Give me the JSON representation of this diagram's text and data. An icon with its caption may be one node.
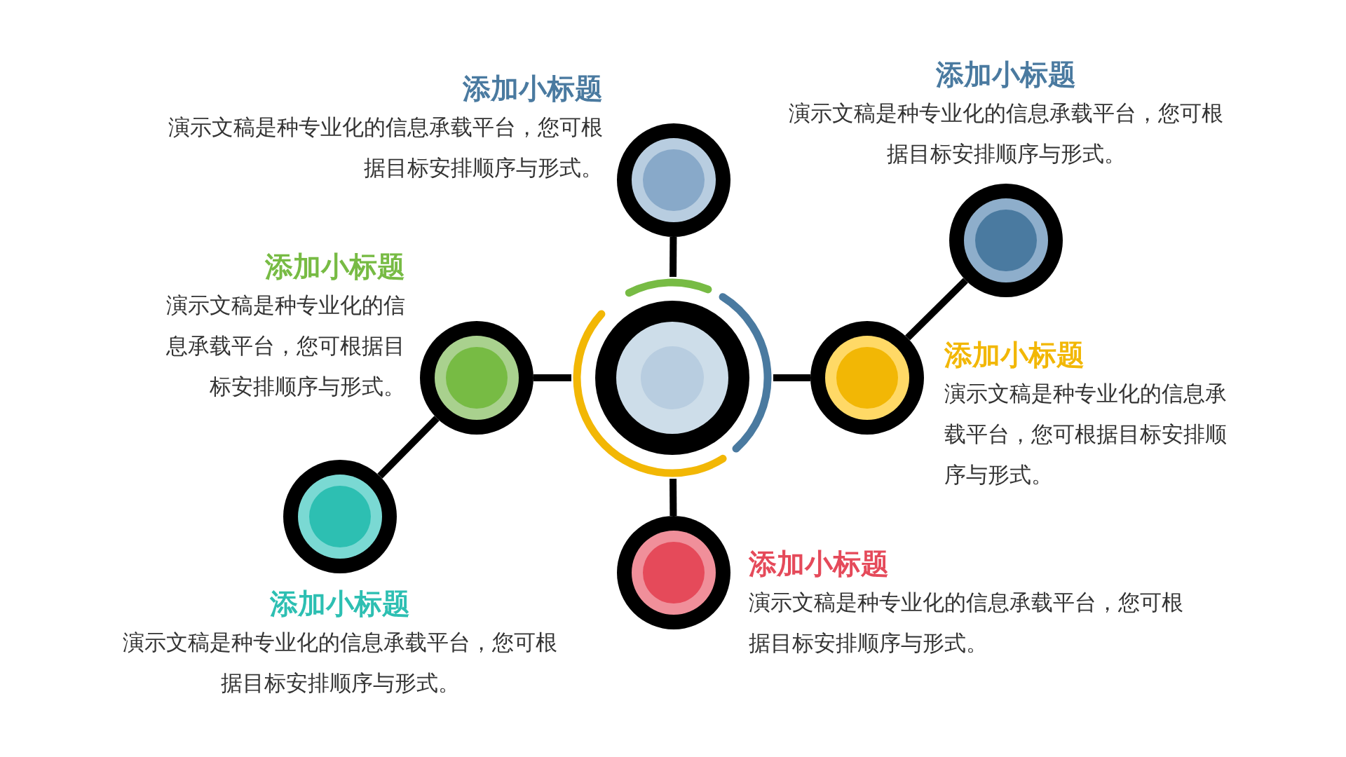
{
  "diagram": {
    "nodes": [
      {
        "text": [],
        "shape": "circle",
        "beside": [
          "添加小标题",
          "演示文稿是种专业化的信息承载平台，您可根据目标安排顺序与形式。"
        ]
      },
      {
        "text": [],
        "shape": "circle",
        "beside": [
          "添加小标题",
          "演示文稿是种专业化的信息承载平台，您可根据目标安排顺序与形式。"
        ]
      },
      {
        "text": [],
        "shape": "circle",
        "beside": [
          "添加小标题",
          "演示文稿是种专业化的信息承载平台，您可根据目标安排顺序与形式。"
        ]
      },
      {
        "text": [],
        "shape": "circle"
      },
      {
        "text": [],
        "shape": "circle",
        "beside": [
          "添加小标题",
          "演示文稿是种专业化的信息承载平台，您可根据目标安排顺序与形式。"
        ]
      },
      {
        "text": [],
        "shape": "circle",
        "beside": [
          "添加小标题",
          "演示文稿是种专业化的信息承载平台，您可根据目标安排顺序与形式。"
        ]
      },
      {
        "text": [],
        "shape": "circle",
        "beside": [
          "添加小标题",
          "演示文稿是种专业化的信息承载平台，您可根据目标安排顺序与形式。"
        ]
      }
    ],
    "edges": [
      {
        "from": 3,
        "to": 0,
        "arrow": "none"
      },
      {
        "from": 3,
        "to": 2,
        "arrow": "none"
      },
      {
        "from": 3,
        "to": 4,
        "arrow": "none"
      },
      {
        "from": 3,
        "to": 6,
        "arrow": "none"
      },
      {
        "from": 4,
        "to": 1,
        "arrow": "none"
      },
      {
        "from": 2,
        "to": 5,
        "arrow": "none"
      }
    ]
  }
}
